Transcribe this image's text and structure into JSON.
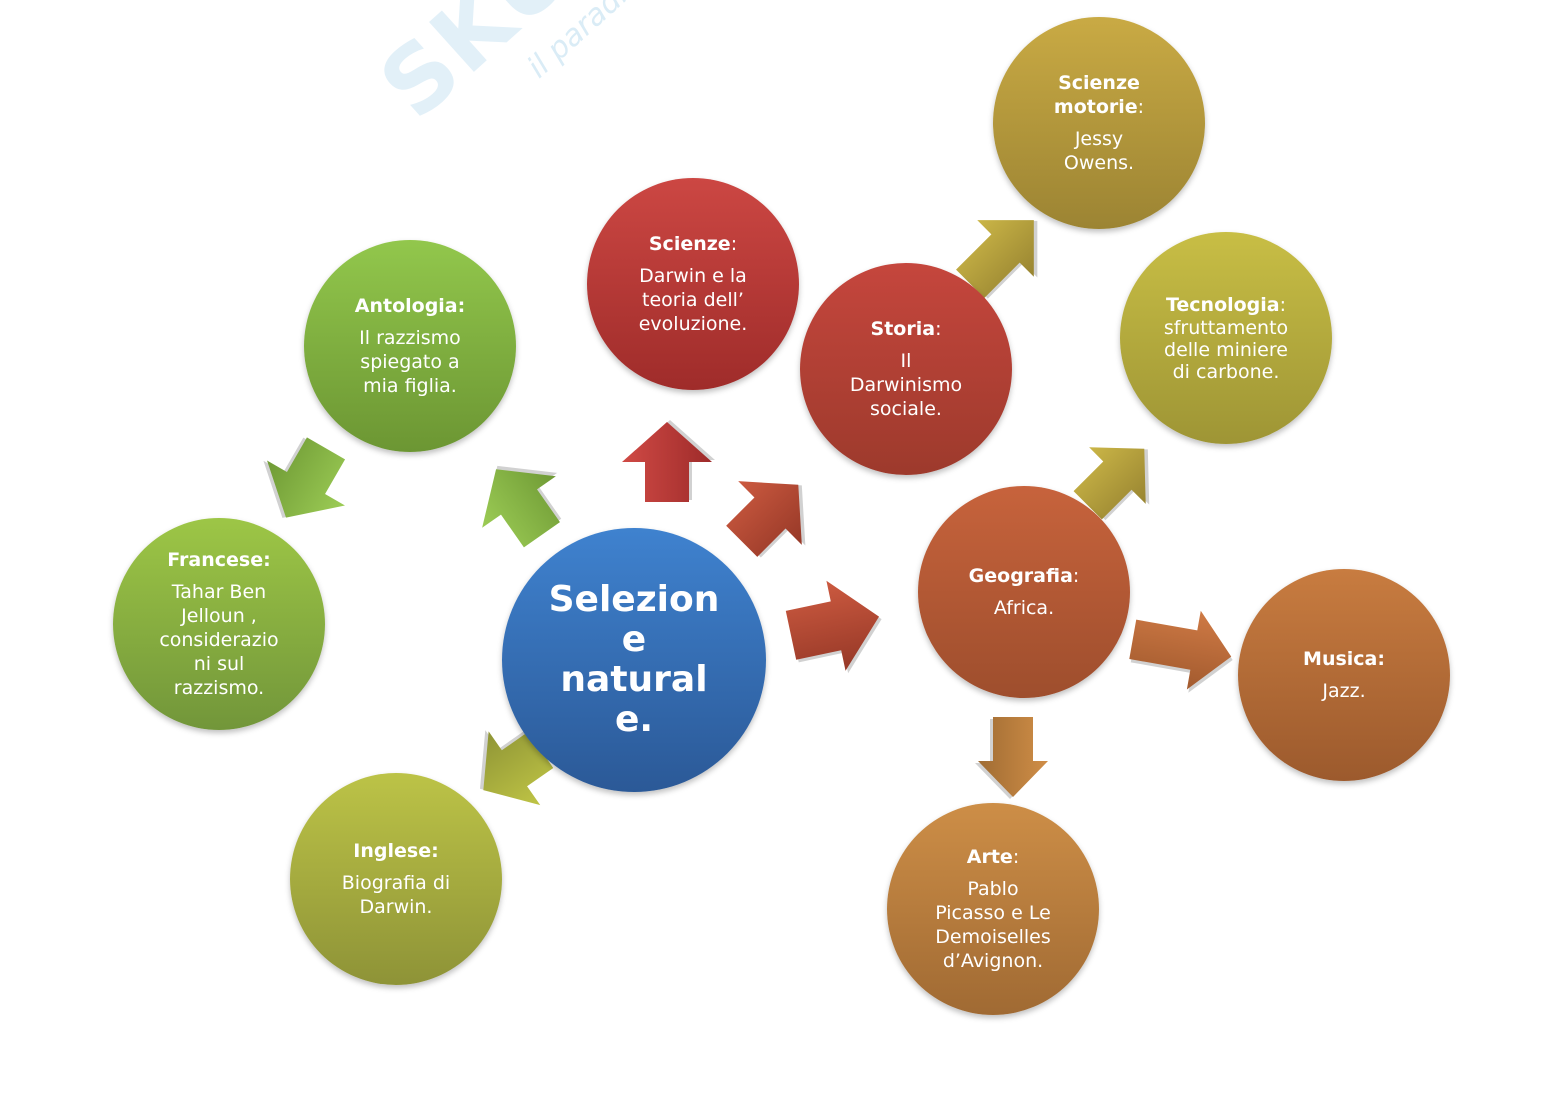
{
  "center": {
    "title": "Selezion\ne\nnatural\ne."
  },
  "watermark": {
    "brand": "SKUOLA.net",
    "tagline": "il paradiso dello studente"
  },
  "nodes": {
    "scienze": {
      "title": "Scienze",
      "colon": ":",
      "body": "Darwin e la\nteoria dell’\nevoluzione."
    },
    "antologia": {
      "title": "Antologia:",
      "colon": "",
      "body": "Il razzismo\nspiegato a\nmia figlia."
    },
    "francese": {
      "title": "Francese:",
      "colon": "",
      "body": "Tahar Ben\nJelloun ,\nconsiderazio\nni sul\nrazzismo."
    },
    "inglese": {
      "title": "Inglese:",
      "colon": "",
      "body": "Biografia di\nDarwin."
    },
    "storia": {
      "title": "Storia",
      "colon": ":",
      "body": "Il\nDarwinismo\nsociale."
    },
    "scienze_motorie": {
      "title": "Scienze\nmotorie",
      "colon": ":",
      "body": "Jessy\nOwens."
    },
    "tecnologia": {
      "title": "Tecnologia",
      "colon": ":",
      "body": "sfruttamento\ndelle miniere\ndi carbone."
    },
    "geografia": {
      "title": "Geografia",
      "colon": ":",
      "body": "Africa."
    },
    "musica": {
      "title": "Musica:",
      "colon": "",
      "body": "Jazz."
    },
    "arte": {
      "title": "Arte",
      "colon": ":",
      "body": "Pablo\nPicasso e Le\nDemoiselles\nd’Avignon."
    }
  },
  "colors": {
    "center": [
      "#3d7fcb",
      "#2c5a98"
    ],
    "green": [
      "#8fc44a",
      "#6f9a35"
    ],
    "yellowgreen": [
      "#b9c044",
      "#8f9536"
    ],
    "red": [
      "#c9433f",
      "#a32e2c"
    ],
    "redbrown": [
      "#c25138",
      "#9f3c2a"
    ],
    "olive": [
      "#c9b443",
      "#a58f34"
    ],
    "olive2": [
      "#c8b13e",
      "#a38f32"
    ],
    "orange": [
      "#c56a3c",
      "#9e5130"
    ],
    "orange2": [
      "#c98443",
      "#a36833"
    ]
  }
}
